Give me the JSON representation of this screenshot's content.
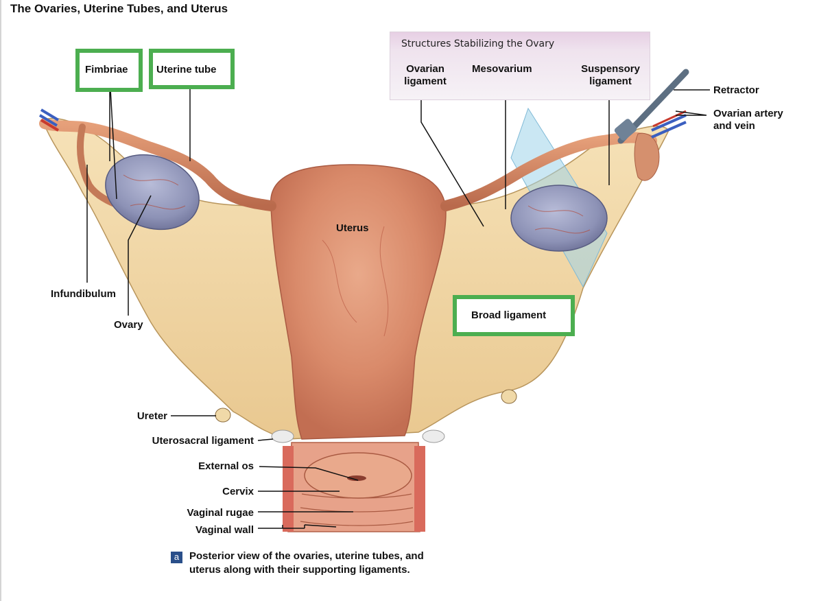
{
  "page": {
    "title": "The Ovaries, Uterine Tubes, and Uterus"
  },
  "panel": {
    "title": "Structures Stabilizing the Ovary"
  },
  "labels": {
    "fimbriae": "Fimbriae",
    "uterine_tube": "Uterine tube",
    "ovarian_ligament_1": "Ovarian",
    "ovarian_ligament_2": "ligament",
    "mesovarium": "Mesovarium",
    "suspensory_1": "Suspensory",
    "suspensory_2": "ligament",
    "retractor": "Retractor",
    "ovarian_artery_1": "Ovarian artery",
    "ovarian_artery_2": "and vein",
    "uterus": "Uterus",
    "infundibulum": "Infundibulum",
    "ovary": "Ovary",
    "broad_ligament": "Broad ligament",
    "ureter": "Ureter",
    "uterosacral": "Uterosacral ligament",
    "external_os": "External os",
    "cervix": "Cervix",
    "vaginal_rugae": "Vaginal rugae",
    "vaginal_wall": "Vaginal wall"
  },
  "caption": {
    "badge": "a",
    "line1": "Posterior view of the ovaries, uterine tubes, and",
    "line2": "uterus along with their supporting ligaments."
  },
  "colors": {
    "highlight": "#4cae50",
    "ligament": "#f1d9a6",
    "uterus": "#d98a6a",
    "ovary": "#8d92b6",
    "caption_badge": "#2a4f8a"
  }
}
